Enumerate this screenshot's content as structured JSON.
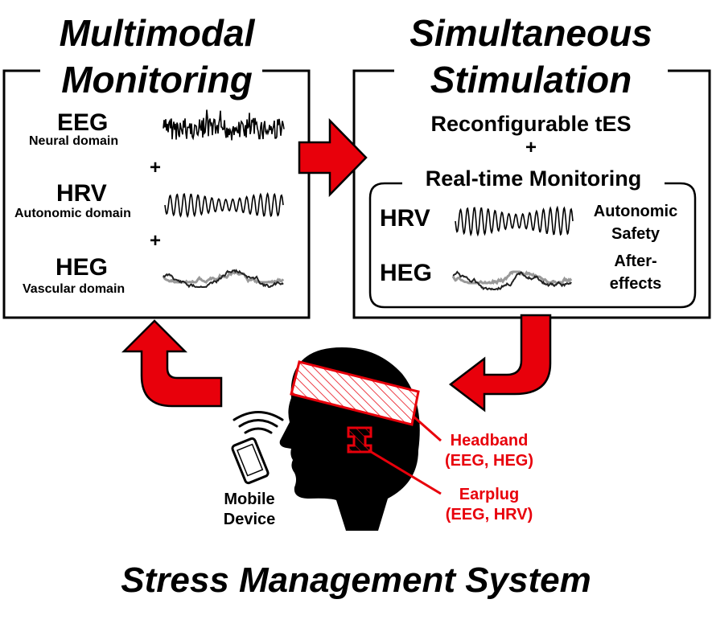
{
  "left_panel": {
    "title_line1": "Multimodal",
    "title_line2": "Monitoring",
    "signals": [
      {
        "label": "EEG",
        "domain": "Neural domain"
      },
      {
        "label": "HRV",
        "domain": "Autonomic domain"
      },
      {
        "label": "HEG",
        "domain": "Vascular domain"
      }
    ],
    "plus": "+"
  },
  "right_panel": {
    "title_line1": "Simultaneous",
    "title_line2": "Stimulation",
    "subtitle": "Reconfigurable tES",
    "plus": "+",
    "monitoring_title": "Real-time Monitoring",
    "rows": [
      {
        "label": "HRV",
        "note_line1": "Autonomic",
        "note_line2": "Safety"
      },
      {
        "label": "HEG",
        "note_line1": "After-",
        "note_line2": "effects"
      }
    ]
  },
  "head": {
    "headband_line1": "Headband",
    "headband_line2": "(EEG, HEG)",
    "earplug_line1": "Earplug",
    "earplug_line2": "(EEG, HRV)",
    "device_line1": "Mobile",
    "device_line2": "Device"
  },
  "footer": {
    "title": "Stress Management System"
  },
  "colors": {
    "accent_red": "#e8000b",
    "outline": "#000000"
  }
}
